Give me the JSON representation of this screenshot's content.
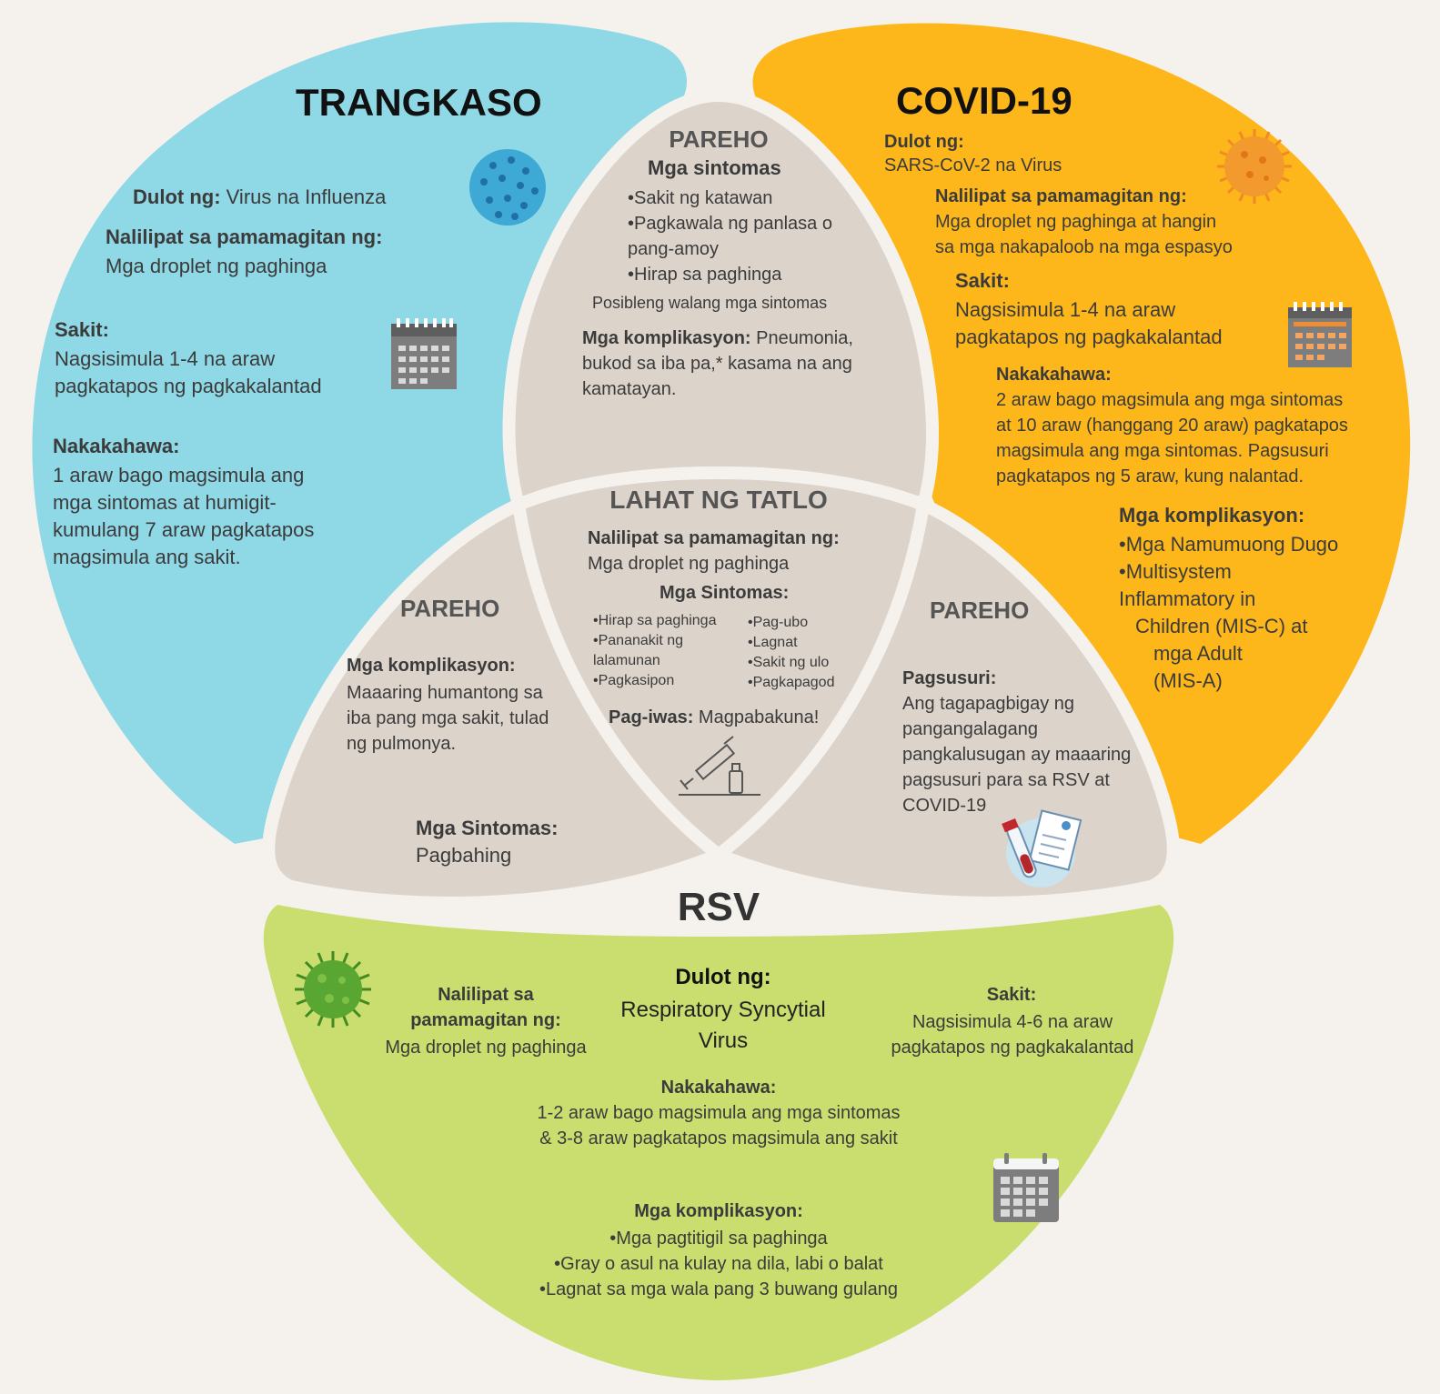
{
  "colors": {
    "flu": "#8fd8e6",
    "covid": "#fdb71a",
    "rsv": "#c9de6f",
    "overlap": "#dcd3ca",
    "background": "#f5f2ee"
  },
  "flu": {
    "title": "TRANGKASO",
    "cause_label": "Dulot ng:",
    "cause": "Virus na Influenza",
    "transmit_label": "Nalilipat sa pamamagitan ng:",
    "transmit": "Mga droplet ng paghinga",
    "illness_label": "Sakit:",
    "illness_lines": [
      "Nagsisimula 1-4 na araw",
      "pagkatapos ng pagkakalantad"
    ],
    "contagious_label": "Nakakahawa:",
    "contagious_lines": [
      "1 araw bago magsimula ang",
      "mga sintomas at humigit-",
      "kumulang 7 araw pagkatapos",
      "magsimula ang sakit."
    ]
  },
  "covid": {
    "title": "COVID-19",
    "cause_label": "Dulot ng:",
    "cause": "SARS-CoV-2 na Virus",
    "transmit_label": "Nalilipat sa pamamagitan ng:",
    "transmit_lines": [
      "Mga droplet ng paghinga at hangin",
      "sa mga nakapaloob na mga espasyo"
    ],
    "illness_label": "Sakit:",
    "illness_lines": [
      "Nagsisimula 1-4 na araw",
      "pagkatapos ng pagkakalantad"
    ],
    "contagious_label": "Nakakahawa:",
    "contagious_lines": [
      "2 araw bago magsimula ang mga sintomas",
      "at 10 araw (hanggang 20 araw) pagkatapos",
      "magsimula ang mga sintomas. Pagsusuri",
      "pagkatapos ng 5 araw, kung nalantad."
    ],
    "complications_label": "Mga komplikasyon:",
    "complications_lines": [
      "•Mga Namumuong Dugo",
      "•Multisystem",
      "Inflammatory in",
      "Children (MIS-C) at",
      "mga Adult",
      "(MIS-A)"
    ]
  },
  "rsv": {
    "title": "RSV",
    "cause_label": "Dulot ng:",
    "cause_lines": [
      "Respiratory Syncytial",
      "Virus"
    ],
    "transmit_label_lines": [
      "Nalilipat sa",
      "pamamagitan ng:"
    ],
    "transmit": "Mga droplet ng paghinga",
    "illness_label": "Sakit:",
    "illness_lines": [
      "Nagsisimula 4-6 na araw",
      "pagkatapos ng pagkakalantad"
    ],
    "contagious_label": "Nakakahawa:",
    "contagious_lines": [
      "1-2 araw bago magsimula ang mga sintomas",
      "& 3-8 araw pagkatapos magsimula ang sakit"
    ],
    "complications_label": "Mga komplikasyon:",
    "complications_lines": [
      "•Mga pagtitigil sa paghinga",
      "•Gray o asul na kulay na dila, labi o balat",
      "•Lagnat sa mga wala pang 3 buwang gulang"
    ]
  },
  "flu_covid": {
    "title": "PAREHO",
    "symptoms_label": "Mga sintomas",
    "symptoms_lines": [
      "•Sakit ng katawan",
      "•Pagkawala ng panlasa o",
      "pang-amoy",
      "•Hirap sa paghinga"
    ],
    "no_symptoms": "Posibleng walang mga sintomas",
    "complications_label": "Mga komplikasyon:",
    "complications_first": "Pneumonia,",
    "complications_lines": [
      "bukod sa iba pa,* kasama na ang",
      "kamatayan."
    ]
  },
  "flu_rsv": {
    "title": "PAREHO",
    "complications_label": "Mga komplikasyon:",
    "complications_lines": [
      "Maaaring humantong sa",
      "iba pang mga sakit, tulad",
      "ng pulmonya."
    ],
    "symptoms_label": "Mga Sintomas:",
    "symptoms": "Pagbahing"
  },
  "covid_rsv": {
    "title": "PAREHO",
    "testing_label": "Pagsusuri:",
    "testing_lines": [
      "Ang tagapagbigay ng",
      "pangangalagang",
      "pangkalusugan ay maaaring",
      "pagsusuri para sa RSV at",
      "COVID-19"
    ]
  },
  "all_three": {
    "title": "LAHAT NG TATLO",
    "transmit_label": "Nalilipat sa pamamagitan ng:",
    "transmit": "Mga droplet ng paghinga",
    "symptoms_label": "Mga Sintomas:",
    "symptoms_left": [
      "•Hirap sa paghinga",
      "•Pananakit ng",
      "lalamunan",
      "•Pagkasipon"
    ],
    "symptoms_right": [
      "•Pag-ubo",
      "•Lagnat",
      "•Sakit ng ulo",
      "•Pagkapagod"
    ],
    "prevention_label": "Pag-iwas:",
    "prevention": "Magpabakuna!"
  },
  "icons": [
    "influenza-virus-icon",
    "coronavirus-icon",
    "rsv-virus-icon",
    "calendar-icon",
    "syringe-vial-icon",
    "test-tube-report-icon"
  ]
}
